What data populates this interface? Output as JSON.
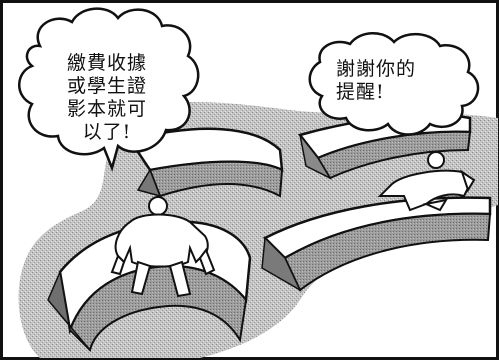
{
  "bubble_left": {
    "lines": [
      "繳費收據",
      "或學生證",
      "影本就可",
      "以了!"
    ]
  },
  "bubble_right": {
    "lines": [
      "謝謝你的",
      "提醒!"
    ]
  },
  "colors": {
    "ink": "#111111",
    "texture": "#b9b9b9",
    "paper": "#ffffff"
  }
}
